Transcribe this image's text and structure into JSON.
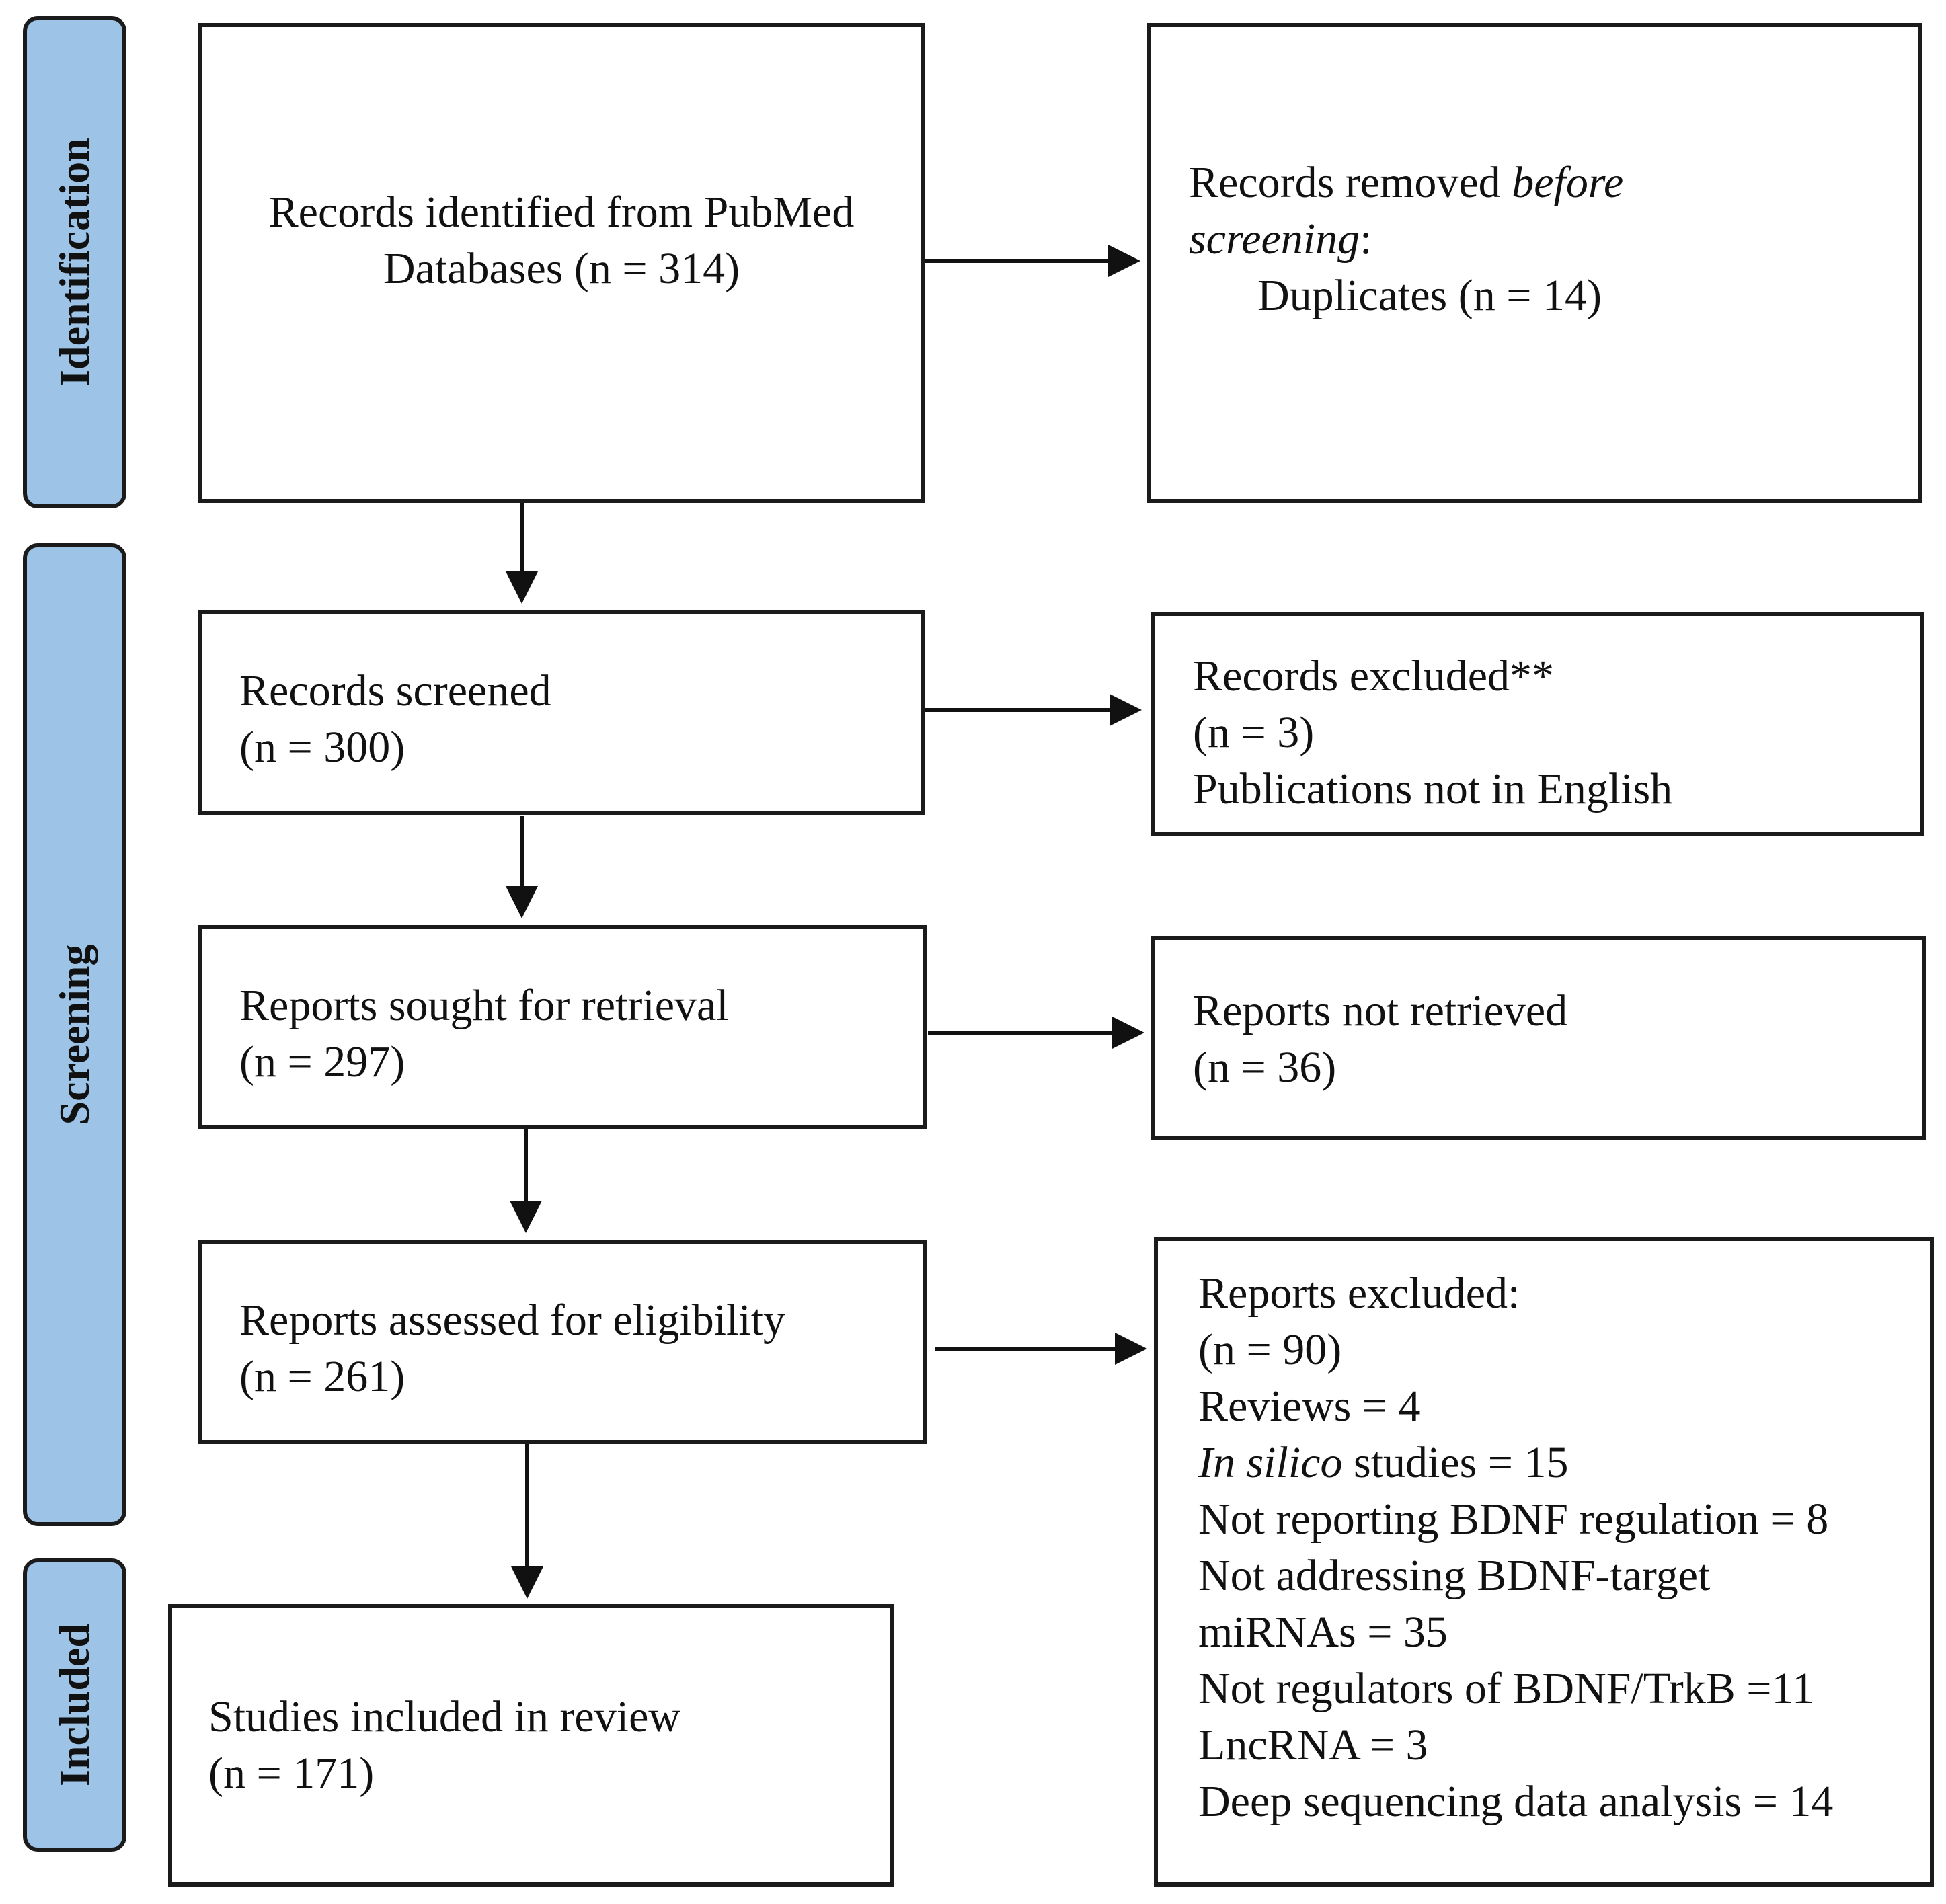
{
  "stages": {
    "identification": "Identification",
    "screening": "Screening",
    "included": "Included"
  },
  "identified": {
    "line1": "Records identified from PubMed",
    "line2": "Databases (n = 314)"
  },
  "removed": {
    "line1_a": "Records removed ",
    "line1_b": "before",
    "line2_a": "screening",
    "line2_b": ":",
    "line3": "Duplicates  (n = 14)"
  },
  "screened": {
    "line1": "Records screened",
    "line2": "(n = 300)"
  },
  "excluded_records": {
    "line1": "Records excluded**",
    "line2": "(n = 3)",
    "line3": "Publications not in English"
  },
  "sought": {
    "line1": "Reports sought for retrieval",
    "line2": "(n = 297)"
  },
  "not_retrieved": {
    "line1": "Reports not retrieved",
    "line2": "(n = 36)"
  },
  "assessed": {
    "line1": "Reports assessed for eligibility",
    "line2": "(n = 261)"
  },
  "reports_excluded": {
    "title": "Reports excluded:",
    "count": "(n = 90)",
    "reviews": "Reviews = 4",
    "in_silico_a": "In silico",
    "in_silico_b": " studies = 15",
    "not_reporting": "Not reporting BDNF regulation = 8",
    "not_addressing_1": "Not addressing BDNF-target",
    "not_addressing_2": "miRNAs = 35",
    "not_regulators": "Not regulators of BDNF/TrkB =11",
    "lncrna": "LncRNA = 3",
    "deep_seq": "Deep sequencing data analysis = 14"
  },
  "included": {
    "line1": "Studies included in review",
    "line2": "(n = 171)"
  },
  "colors": {
    "stage_fill": "#9dc3e6",
    "stroke": "#1b1b1b"
  }
}
